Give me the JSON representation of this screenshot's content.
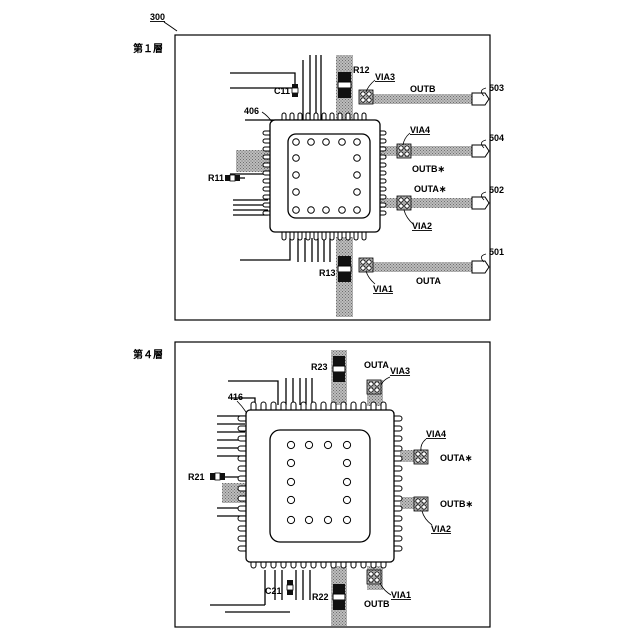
{
  "figure_number": "300",
  "layer1": {
    "title": "第１層",
    "package_ref": "406",
    "components": {
      "r11": "R11",
      "r12": "R12",
      "r13": "R13",
      "c11": "C11"
    },
    "vias": {
      "via1": "VIA1",
      "via2": "VIA2",
      "via3": "VIA3",
      "via4": "VIA4"
    },
    "signals": {
      "outb": "OUTB",
      "outb_n": "OUTB∗",
      "outa_n": "OUTA∗",
      "outa": "OUTA"
    },
    "connectors": {
      "c503": "503",
      "c504": "504",
      "c502": "502",
      "c501": "501"
    }
  },
  "layer4": {
    "title": "第４層",
    "package_ref": "416",
    "components": {
      "r21": "R21",
      "r22": "R22",
      "r23": "R23",
      "c21": "C21"
    },
    "vias": {
      "via1": "VIA1",
      "via2": "VIA2",
      "via3": "VIA3",
      "via4": "VIA4"
    },
    "signals": {
      "outa": "OUTA",
      "outa_n": "OUTA∗",
      "outb_n": "OUTB∗",
      "outb": "OUTB"
    }
  }
}
